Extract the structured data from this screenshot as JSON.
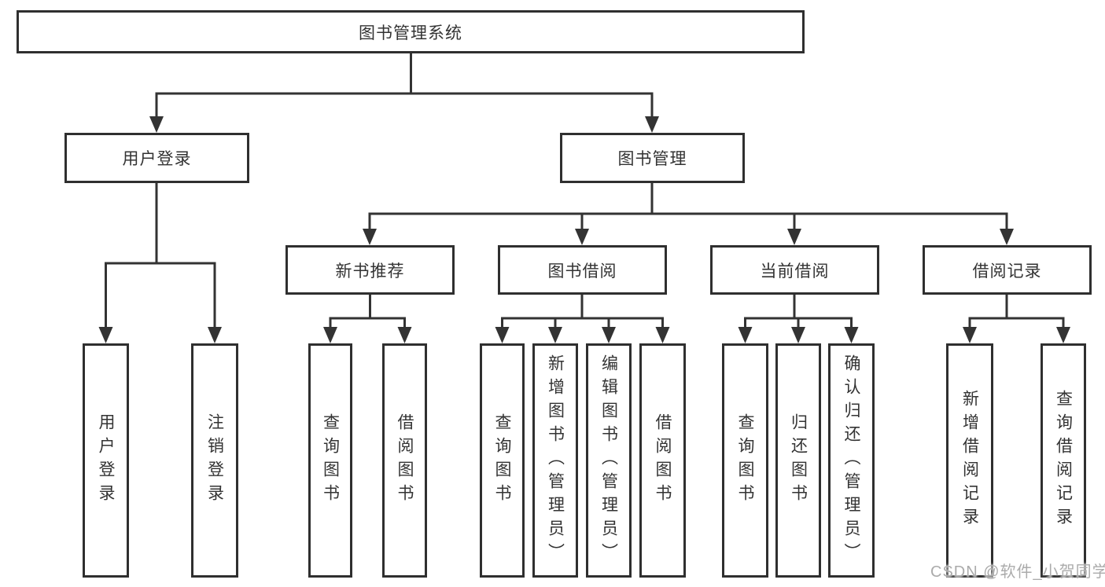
{
  "colors": {
    "background": "#ffffff",
    "line": "#333333",
    "box_border": "#2f2f2f",
    "text": "#333333",
    "watermark_text": "#ababab"
  },
  "tree": {
    "label": "图书管理系统",
    "children": [
      {
        "label": "用户登录",
        "children": [
          {
            "label": "用户登录"
          },
          {
            "label": "注销登录"
          }
        ]
      },
      {
        "label": "图书管理",
        "children": [
          {
            "label": "新书推荐",
            "children": [
              {
                "label": "查询图书"
              },
              {
                "label": "借阅图书"
              }
            ]
          },
          {
            "label": "图书借阅",
            "children": [
              {
                "label": "查询图书"
              },
              {
                "label": "新增图书（管理员）"
              },
              {
                "label": "编辑图书（管理员）"
              },
              {
                "label": "借阅图书"
              }
            ]
          },
          {
            "label": "当前借阅",
            "children": [
              {
                "label": "查询图书"
              },
              {
                "label": "归还图书"
              },
              {
                "label": "确认归还（管理员）"
              }
            ]
          },
          {
            "label": "借阅记录",
            "children": [
              {
                "label": "新增借阅记录"
              },
              {
                "label": "查询借阅记录"
              }
            ]
          }
        ]
      }
    ]
  },
  "watermark": "CSDN @软件_小贺同学"
}
